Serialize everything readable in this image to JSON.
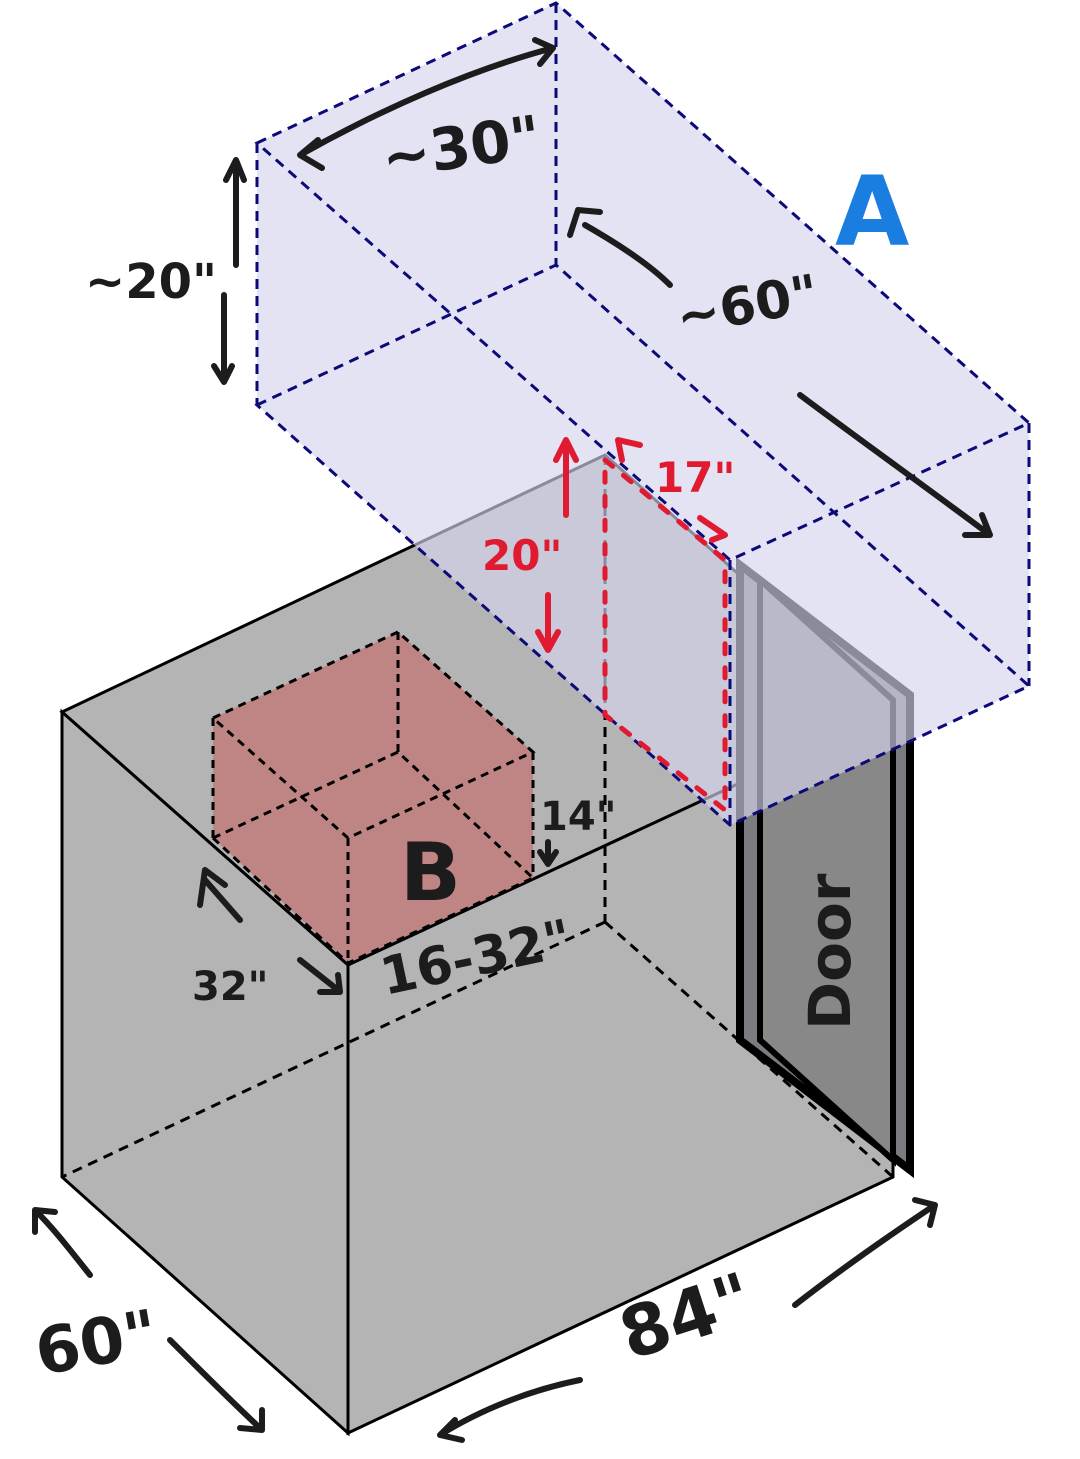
{
  "box_a": {
    "label": "A",
    "width": "~30\"",
    "height": "~20\"",
    "length": "~60\""
  },
  "clearance": {
    "width": "17\"",
    "height": "20\""
  },
  "box_b": {
    "label": "B",
    "height": "14\"",
    "depth": "32\"",
    "width": "16-32\""
  },
  "room": {
    "depth": "60\"",
    "length": "84\"",
    "door_label": "Door"
  },
  "colors": {
    "box_a_fill": "#dcdcf0",
    "box_a_edge": "#0a0a78",
    "room_fill": "#b4b4b4",
    "box_b_fill": "#c08080",
    "clearance": "#e01a30",
    "label_a": "#1a7de0"
  }
}
